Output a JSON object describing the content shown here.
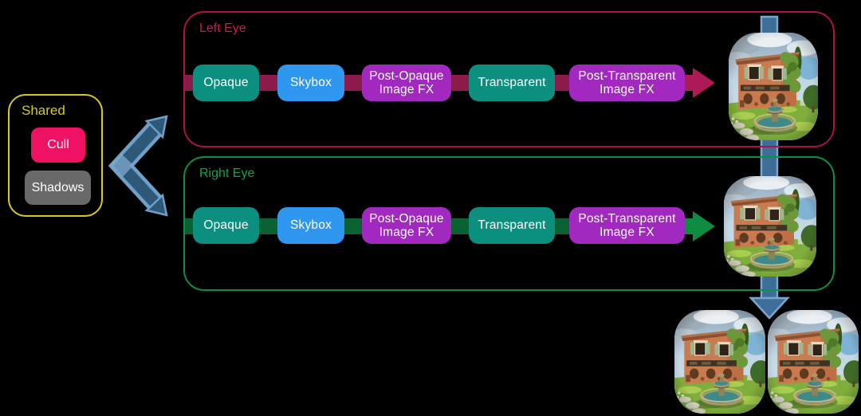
{
  "shared_panel": {
    "title": "Shared",
    "cull_label": "Cull",
    "shadows_label": "Shadows"
  },
  "left_eye": {
    "title": "Left Eye"
  },
  "right_eye": {
    "title": "Right Eye"
  },
  "stages": [
    {
      "label": "Opaque",
      "color": "#0C8F7F"
    },
    {
      "label": "Skybox",
      "color": "#2F97F0"
    },
    {
      "label": "Post-Opaque Image FX",
      "color": "#A129BF"
    },
    {
      "label": "Transparent",
      "color": "#0C8F7F"
    },
    {
      "label": "Post-Transparent Image FX",
      "color": "#A129BF"
    }
  ],
  "colors": {
    "background": "#000000",
    "shared_accent": "#D6C922",
    "cull": "#EE1164",
    "shadows": "#696969",
    "left_eye_accent": "#C8175C",
    "left_eye_border": "#AE0F4F",
    "left_band": "#8C1A4A",
    "left_band_bright": "#AD1A56",
    "right_eye_accent": "#0FA44D",
    "right_eye_border": "#0A9144",
    "right_band": "#0A6132",
    "right_band_bright": "#0E8C42",
    "connector_fill": "#3F6D99",
    "connector_outline": "#79A7CE"
  }
}
